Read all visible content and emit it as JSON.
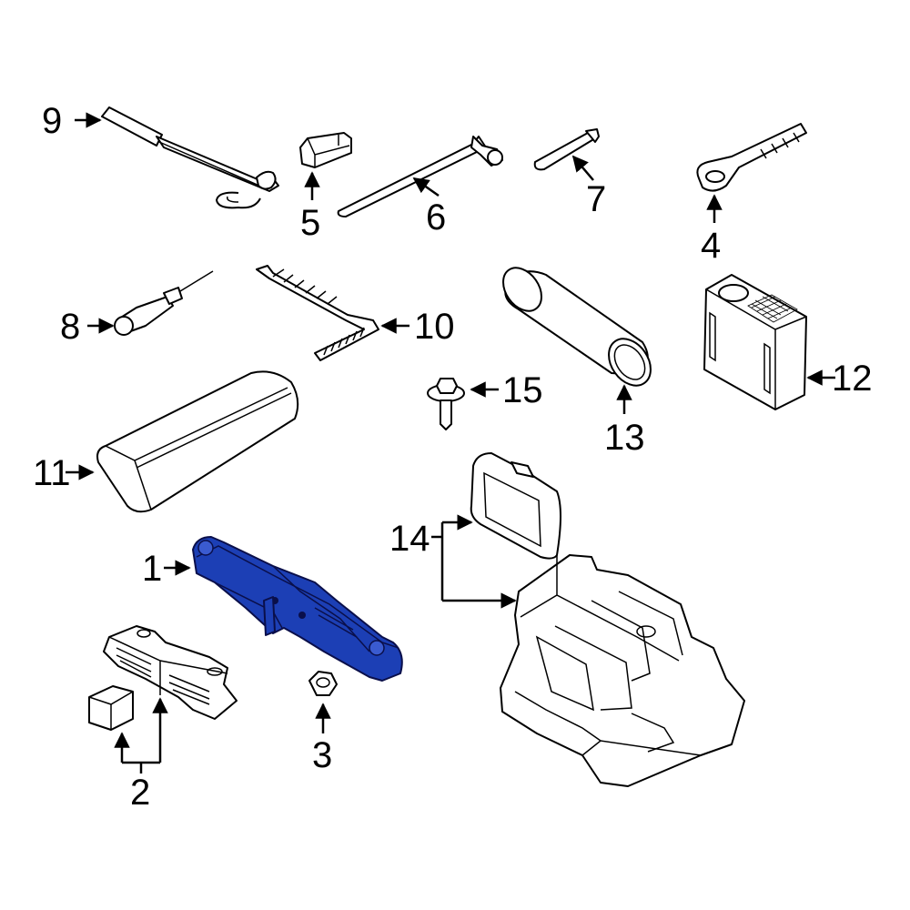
{
  "diagram": {
    "highlight_color": "#1c3fb5",
    "callouts": [
      {
        "id": "1",
        "label": "1"
      },
      {
        "id": "2",
        "label": "2"
      },
      {
        "id": "3",
        "label": "3"
      },
      {
        "id": "4",
        "label": "4"
      },
      {
        "id": "5",
        "label": "5"
      },
      {
        "id": "6",
        "label": "6"
      },
      {
        "id": "7",
        "label": "7"
      },
      {
        "id": "8",
        "label": "8"
      },
      {
        "id": "9",
        "label": "9"
      },
      {
        "id": "10",
        "label": "10"
      },
      {
        "id": "11",
        "label": "11"
      },
      {
        "id": "12",
        "label": "12"
      },
      {
        "id": "13",
        "label": "13"
      },
      {
        "id": "14",
        "label": "14"
      },
      {
        "id": "15",
        "label": "15"
      }
    ]
  }
}
